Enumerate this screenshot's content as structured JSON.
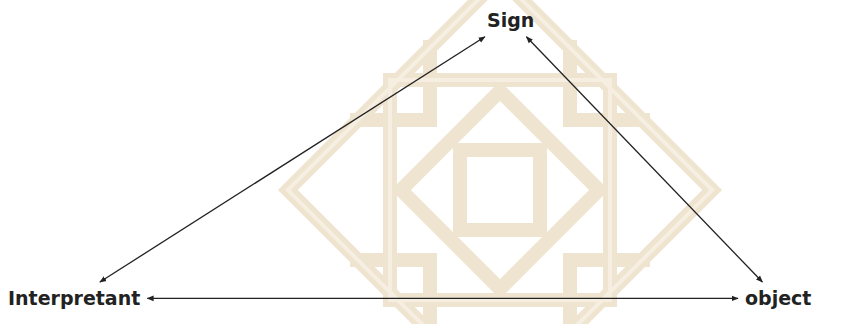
{
  "diagram": {
    "nodes": [
      {
        "text": [
          "Sign"
        ]
      },
      {
        "text": [
          "Interpretant"
        ]
      },
      {
        "text": [
          "object"
        ]
      }
    ],
    "edges": [
      {
        "from": 0,
        "to": 1,
        "arrow": "both"
      },
      {
        "from": 0,
        "to": 2,
        "arrow": "both"
      },
      {
        "from": 1,
        "to": 2,
        "arrow": "both"
      }
    ]
  }
}
